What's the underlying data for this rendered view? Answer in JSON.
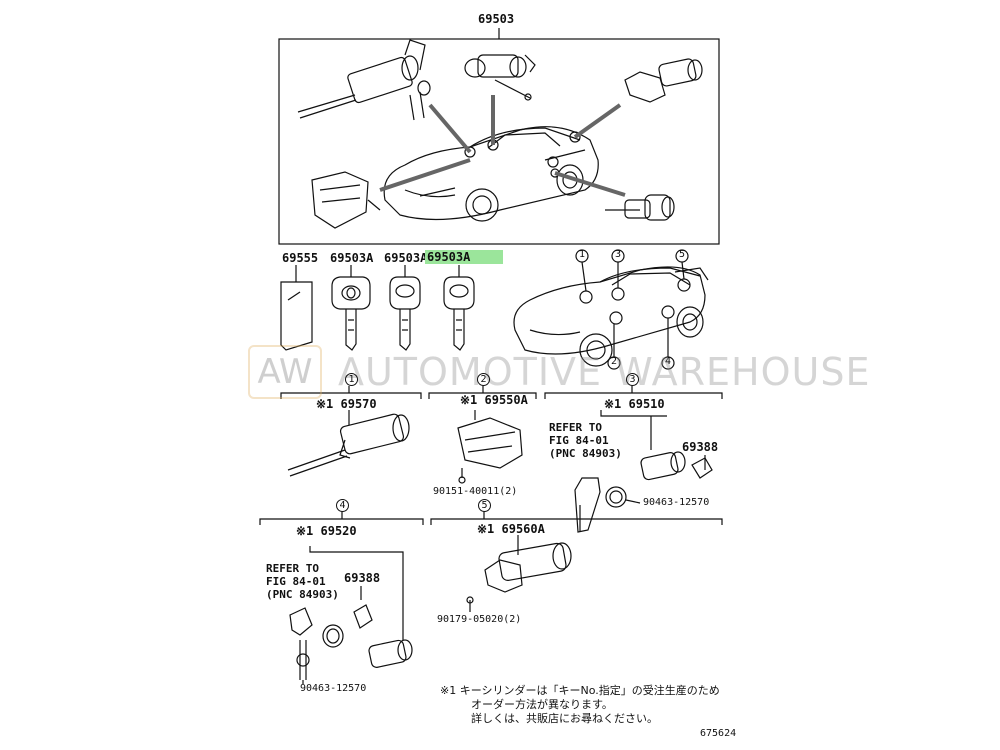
{
  "top_part": "69503",
  "key_labels": [
    "69555",
    "69503A",
    "69503A",
    "69503A"
  ],
  "highlighted_label": "69503A",
  "car_callouts": [
    "1",
    "2",
    "3",
    "4",
    "5"
  ],
  "watermark": {
    "logo": "AW",
    "text": "AUTOMOTIVE WAREHOUSE"
  },
  "sections": {
    "s1": {
      "num": "1",
      "part": "※1 69570"
    },
    "s2": {
      "num": "2",
      "part": "※1 69550A",
      "bolt": "90151-40011(2)"
    },
    "s3": {
      "num": "3",
      "part": "※1 69510",
      "ref1": "REFER TO",
      "ref2": "FIG 84-01",
      "ref3": "(PNC 84903)",
      "p2": "69388",
      "p3": "90463-12570"
    },
    "s4": {
      "num": "4",
      "part": "※1 69520",
      "ref1": "REFER TO",
      "ref2": "FIG 84-01",
      "ref3": "(PNC 84903)",
      "p2": "69388",
      "p3": "90463-12570"
    },
    "s5": {
      "num": "5",
      "part": "※1 69560A",
      "bolt": "90179-05020(2)"
    }
  },
  "note": {
    "line1": "※1  キーシリンダーは「キーNo.指定」の受注生産のため",
    "line2": "オーダー方法が異なります。",
    "line3": "詳しくは、共販店にお尋ねください。"
  },
  "figure_number": "675624"
}
